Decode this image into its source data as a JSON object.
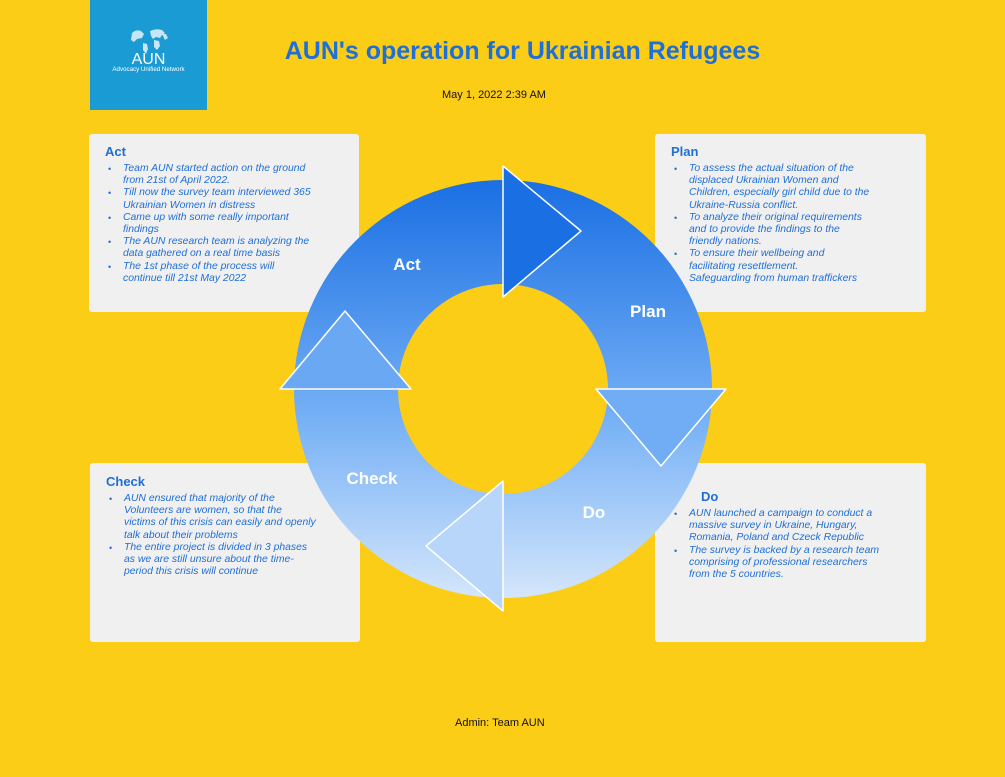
{
  "logo": {
    "name": "AUN",
    "tagline": "Advocacy Unified Network"
  },
  "header": {
    "title": "AUN's operation for Ukrainian Refugees",
    "date": "May 1, 2022 2:39 AM"
  },
  "footer": {
    "admin": "Admin: Team AUN"
  },
  "cycle": {
    "stages": [
      "Act",
      "Plan",
      "Do",
      "Check"
    ]
  },
  "cards": {
    "act": {
      "heading": "Act",
      "bullets": [
        "Team AUN started action on the ground from 21st of April 2022.",
        "Till now the survey team interviewed 365 Ukrainian Women in distress",
        "Came up with some really important findings",
        "The AUN research team is analyzing the data gathered on a real time basis",
        "The 1st phase of the process will continue till 21st May 2022"
      ]
    },
    "plan": {
      "heading": "Plan",
      "bullets": [
        "To assess the actual situation of the displaced Ukrainian Women and Children, especially girl child due to the Ukraine-Russia conflict.",
        "To analyze their original requirements and to provide the findings to the friendly nations.",
        "To ensure their wellbeing and facilitating resettlement."
      ],
      "extra": "Safeguarding from human traffickers"
    },
    "check": {
      "heading": "Check",
      "bullets": [
        "AUN ensured that majority of the Volunteers are women, so that the victims of this crisis can easily and openly talk about their problems",
        "The entire project is divided in 3 phases as we are still unsure about the time-period this crisis will continue"
      ]
    },
    "do": {
      "heading": "Do",
      "bullets": [
        "AUN launched a campaign to conduct a massive survey  in Ukraine, Hungary, Romania, Poland and Czeck Republic",
        "The survey is backed by a research team comprising of professional researchers from the 5 countries."
      ]
    }
  },
  "colors": {
    "background": "#fccd17",
    "accent": "#1f6fd6",
    "logo_bg": "#1a9bd4",
    "card_bg": "#f0f0f0"
  }
}
